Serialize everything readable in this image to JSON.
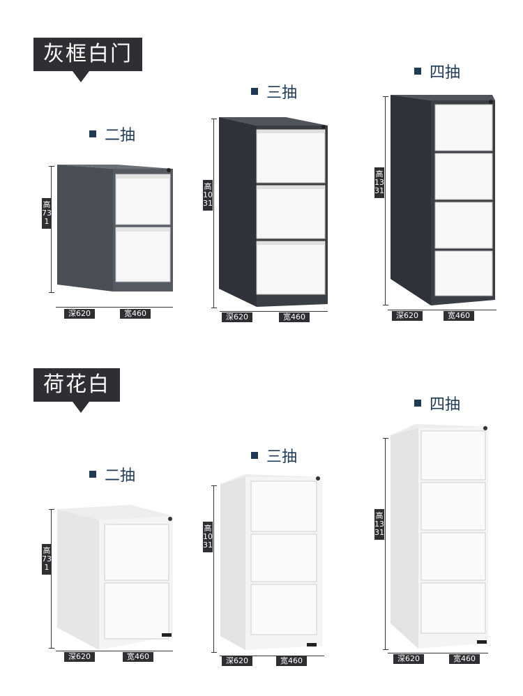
{
  "sections": [
    {
      "banner": "灰框白门",
      "cabinets": [
        {
          "label": "二抽",
          "height_tag": "高731",
          "depth_tag": "深620",
          "width_tag": "宽460"
        },
        {
          "label": "三抽",
          "height_tag": "高1031",
          "depth_tag": "深620",
          "width_tag": "宽460"
        },
        {
          "label": "四抽",
          "height_tag": "高1331",
          "depth_tag": "深620",
          "width_tag": "宽460"
        }
      ]
    },
    {
      "banner": "荷花白",
      "cabinets": [
        {
          "label": "二抽",
          "height_tag": "高731",
          "depth_tag": "深620",
          "width_tag": "宽460"
        },
        {
          "label": "三抽",
          "height_tag": "高1031",
          "depth_tag": "深620",
          "width_tag": "宽460"
        },
        {
          "label": "四抽",
          "height_tag": "高1331",
          "depth_tag": "深620",
          "width_tag": "宽460"
        }
      ]
    }
  ],
  "colors": {
    "frame_grey": "#4a4e57",
    "frame_grey_dark": "#33363d",
    "door_white": "#f7f7f7",
    "lotus_white": "#f2f2f2",
    "label_navy": "#1f3a55",
    "banner_bg": "#2d2f33"
  }
}
